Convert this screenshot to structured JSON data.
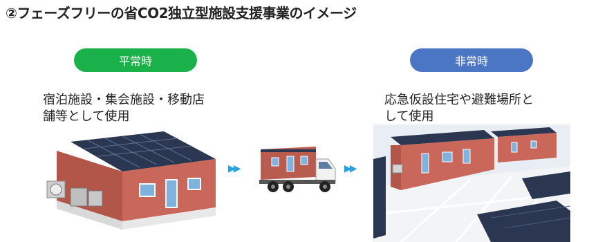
{
  "title": "②フェーズフリーの省CO2独立型施設支援事業のイメージ",
  "normal": {
    "label": "平常時",
    "description_line1": "宿泊施設・集会施設・移動店",
    "description_line2": "舗等として使用",
    "color": "#1ab04a"
  },
  "emergency": {
    "label": "非常時",
    "description_line1": "応急仮設住宅や避難場所と",
    "description_line2": "して使用",
    "color": "#4a76c4"
  },
  "arrow_glyph": "▶▶"
}
